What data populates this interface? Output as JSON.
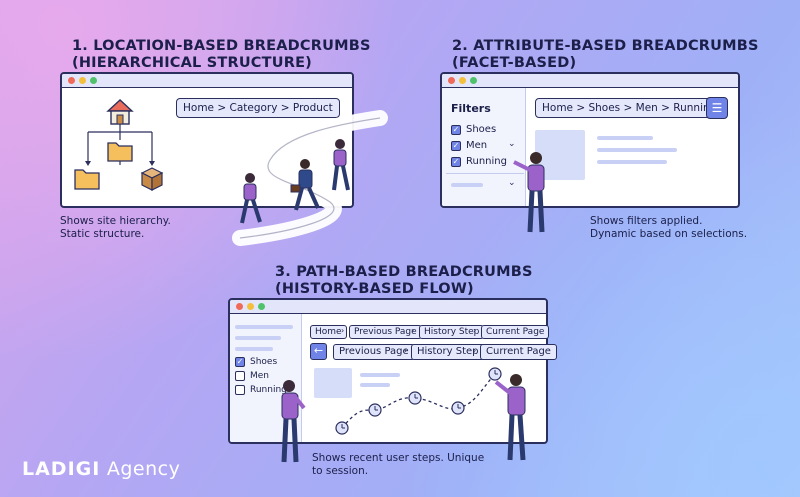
{
  "section1": {
    "title_line1": "1. LOCATION-BASED BREADCRUMBS",
    "title_line2": "(HIERARCHICAL STRUCTURE)",
    "breadcrumb": "Home > Category > Product",
    "desc_line1": "Shows site hierarchy.",
    "desc_line2": "Static structure."
  },
  "section2": {
    "title_line1": "2. ATTRIBUTE-BASED BREADCRUMBS",
    "title_line2": "(FACET-BASED)",
    "filters_label": "Filters",
    "filters": [
      {
        "label": "Shoes",
        "checked": true
      },
      {
        "label": "Men",
        "checked": true
      },
      {
        "label": "Running",
        "checked": true
      }
    ],
    "breadcrumb": "Home > Shoes > Men > Running",
    "desc_line1": "Shows filters applied.",
    "desc_line2": "Dynamic based on selections."
  },
  "section3": {
    "title_line1": "3. PATH-BASED BREADCRUMBS",
    "title_line2": "(HISTORY-BASED FLOW)",
    "top_crumbs": [
      "Home",
      "Previous Page",
      "History Step",
      "Current Page"
    ],
    "bottom_crumbs": [
      "Previous Page",
      "History Step",
      "Current Page"
    ],
    "filters": [
      {
        "label": "Shoes",
        "checked": true
      },
      {
        "label": "Men",
        "checked": false
      },
      {
        "label": "Running",
        "checked": false
      }
    ],
    "desc_line1": "Shows recent user steps. Unique",
    "desc_line2": "to session."
  },
  "brand": {
    "name_bold": "LADIGI",
    "name_light": " Agency"
  },
  "colors": {
    "ink": "#1b1f4a",
    "accent": "#6f84e6",
    "person_top": "#9b63c9",
    "folder": "#f6bf5e",
    "dot_red": "#f06a5a",
    "dot_yellow": "#f3bf3c",
    "dot_green": "#4fc26b"
  }
}
